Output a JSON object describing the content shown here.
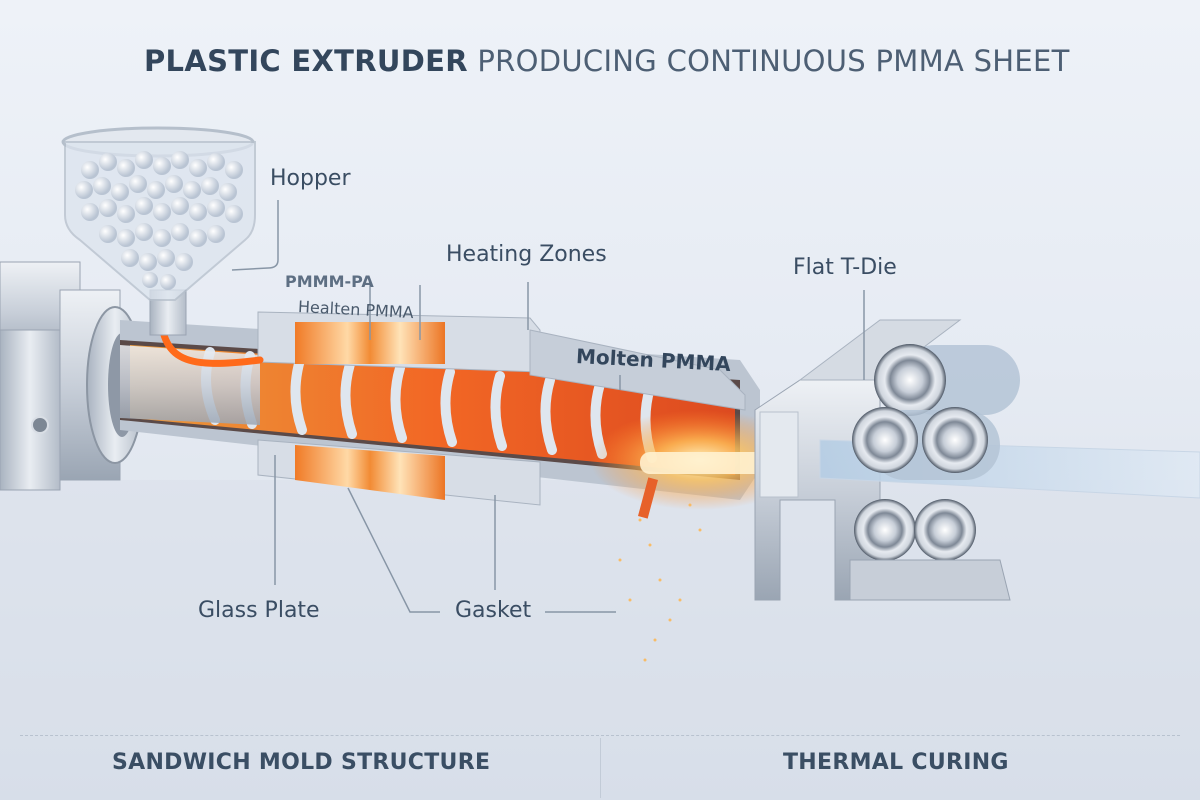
{
  "title": {
    "bold": "PLASTIC EXTRUDER",
    "rest": " PRODUCING CONTINUOUS PMMA SHEET"
  },
  "labels": {
    "hopper": "Hopper",
    "pmma_pa": "PMMM-PA",
    "healten_pmma": "Healten PMMA",
    "heating_zones": "Heating Zones",
    "molten_pmma": "Molten PMMA",
    "flat_t_die": "Flat T-Die",
    "glass_plate": "Glass Plate",
    "gasket": "Gasket"
  },
  "footer": {
    "left": "SANDWICH MOLD STRUCTURE",
    "right": "THERMAL CURING"
  },
  "colors": {
    "text_dark": "#33465c",
    "steel": "#c9d1dc",
    "heater_orange": "#f0862e",
    "molten": "#ff6a1a",
    "sheet_blue": "#a9c4de"
  },
  "components": [
    {
      "name": "hopper",
      "icon": "hopper-with-pellets"
    },
    {
      "name": "motor-gearbox",
      "icon": "gearbox-housing"
    },
    {
      "name": "barrel",
      "icon": "screw-barrel-cutaway"
    },
    {
      "name": "heater-bands",
      "icon": "heater-bands"
    },
    {
      "name": "flat-t-die",
      "icon": "t-die"
    },
    {
      "name": "roller-stack",
      "icon": "cooling-rollers"
    },
    {
      "name": "pmma-sheet",
      "icon": "output-sheet"
    }
  ]
}
